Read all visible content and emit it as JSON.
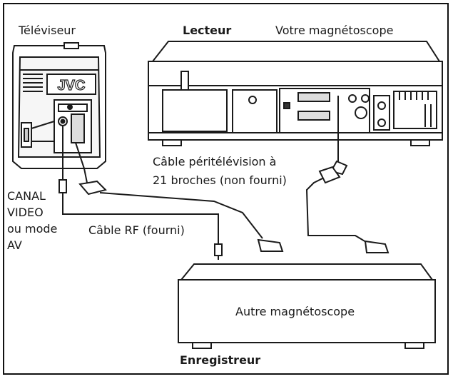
{
  "labels": {
    "tv": "Téléviseur",
    "player_role": "Lecteur",
    "player_name": "Votre magnétoscope",
    "scart_cable_line1": "Câble péritélévision à",
    "scart_cable_line2": "21 broches (non fourni)",
    "channel_line1": "CANAL",
    "channel_line2": "VIDEO",
    "channel_line3": "ou mode",
    "channel_line4": "AV",
    "rf_cable": "Câble RF (fourni)",
    "recorder_name": "Autre magnétoscope",
    "recorder_role": "Enregistreur"
  },
  "tv_brand": "JVC",
  "colors": {
    "line": "#1a1a1a",
    "fill": "#ffffff",
    "shade": "#d9d9d9",
    "dark": "#333333"
  }
}
